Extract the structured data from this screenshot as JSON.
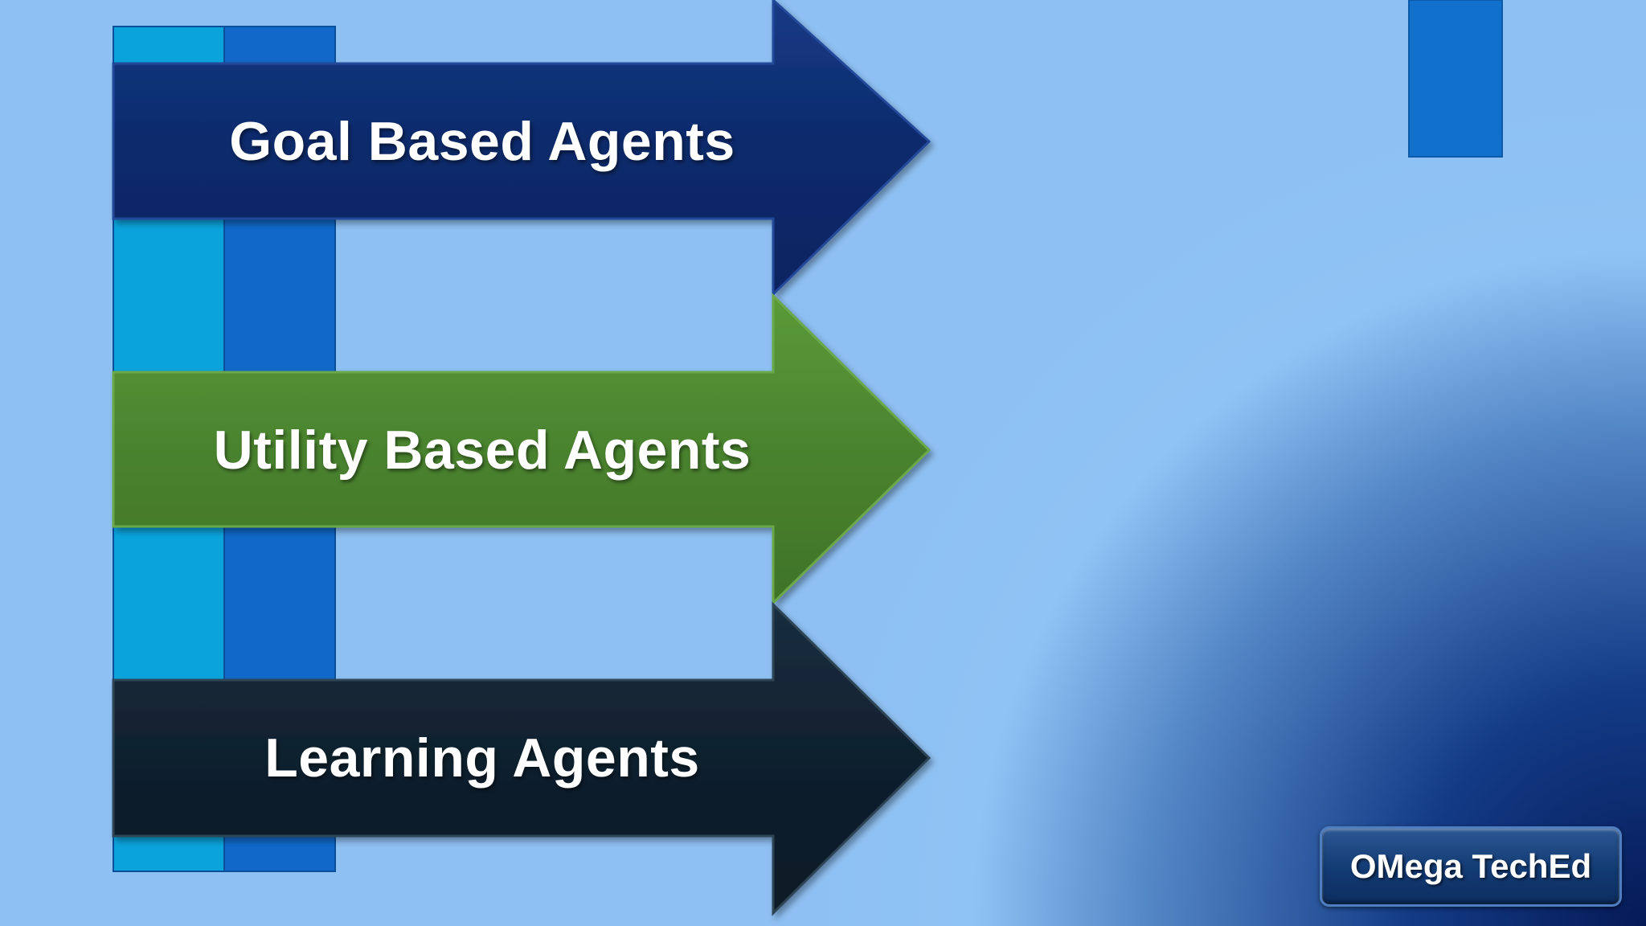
{
  "slide": {
    "items": [
      {
        "label": "Goal Based Agents",
        "color": "#0c2a6b"
      },
      {
        "label": "Utility Based Agents",
        "color": "#4a832e"
      },
      {
        "label": "Learning Agents",
        "color": "#10202e"
      }
    ],
    "logo": {
      "text": "OMega TechEd"
    },
    "colors": {
      "background_light": "#8ec0f3",
      "background_dark": "#0a2160",
      "bar_cyan": "#0aa3dc",
      "bar_blue": "#1168c8",
      "corner_block": "#1070cc"
    }
  }
}
